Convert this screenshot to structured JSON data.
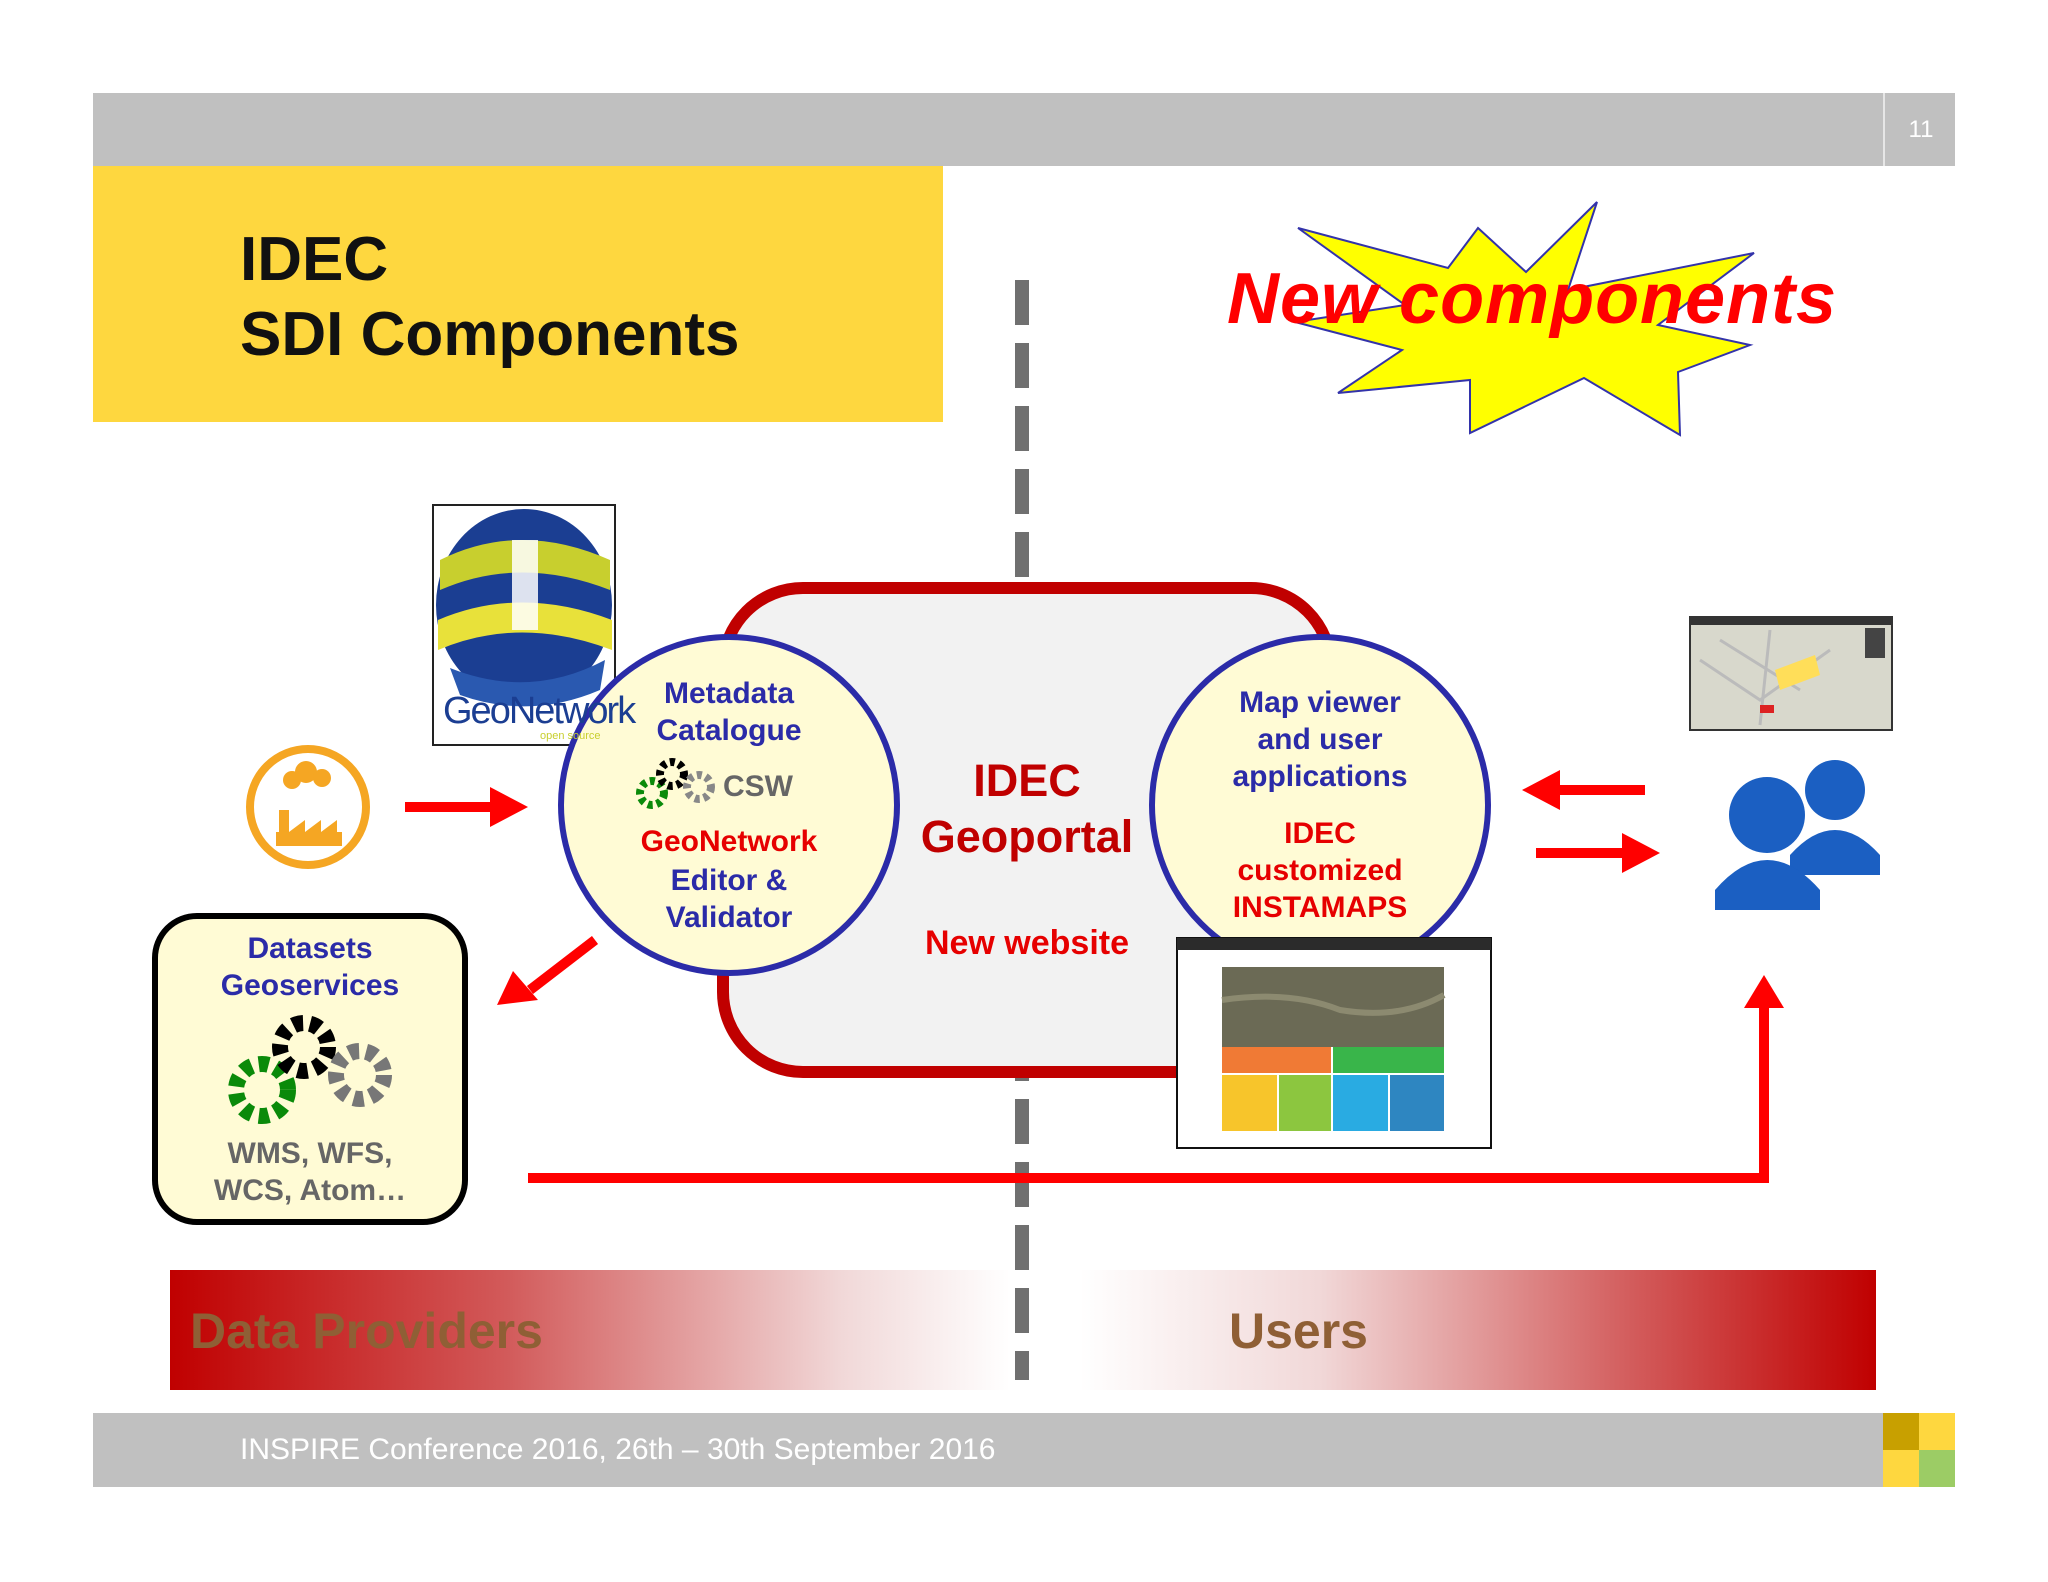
{
  "header": {
    "page_number": "11"
  },
  "title": {
    "line1": "IDEC",
    "line2": "SDI Components"
  },
  "callout": {
    "text": "New components"
  },
  "geonetwork_logo": {
    "name": "GeoNetwork",
    "tagline": "open source"
  },
  "metadata_circle": {
    "line1": "Metadata",
    "line2": "Catalogue",
    "csw": "CSW",
    "red_line": "GeoNetwork",
    "line4": "Editor &",
    "line5": "Validator"
  },
  "geoportal": {
    "line1": "IDEC",
    "line2": "Geoportal",
    "subtitle": "New website"
  },
  "mapviewer_circle": {
    "line1": "Map viewer",
    "line2": "and user",
    "line3": "applications",
    "red1": "IDEC",
    "red2": "customized",
    "red3": "INSTAMAPS"
  },
  "datasets_box": {
    "line1": "Datasets",
    "line2": "Geoservices",
    "services1": "WMS, WFS,",
    "services2": "WCS, Atom…"
  },
  "bands": {
    "left": "Data Providers",
    "right": "Users"
  },
  "footer": {
    "text": "INSPIRE Conference 2016, 26th – 30th September 2016"
  },
  "colors": {
    "accent_yellow": "#fed73f",
    "arrow_red": "#ff0000",
    "circle_blue": "#2b2ba8",
    "circle_fill": "#fffbd5",
    "geoportal_border": "#c00000"
  }
}
